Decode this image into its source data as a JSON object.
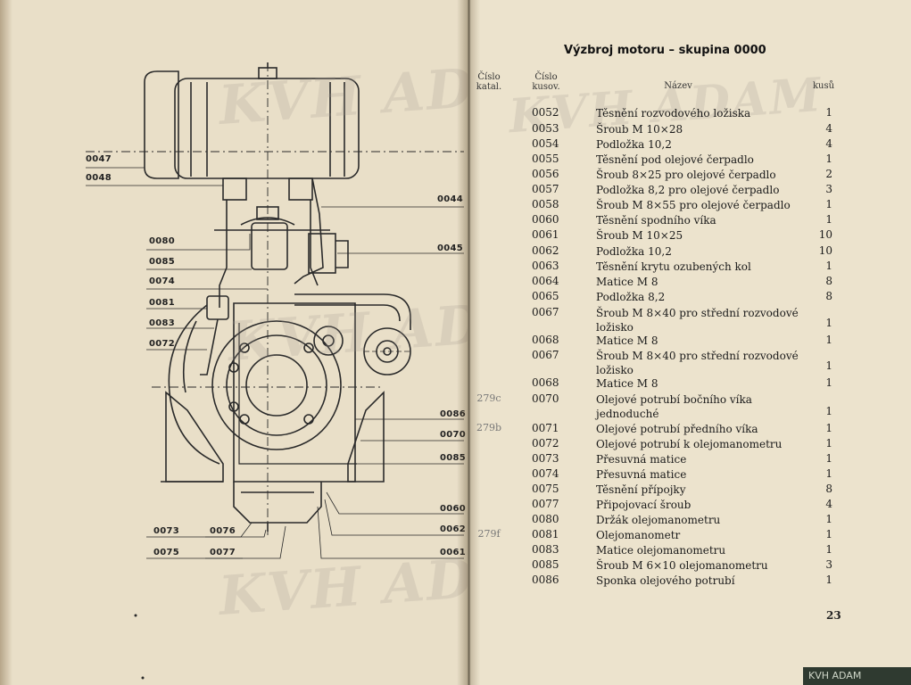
{
  "header": {
    "title": "Výzbroj motoru – skupina 0000",
    "col_kat": "Číslo katal.",
    "col_kusov": "Číslo kusov.",
    "col_nazev": "Název",
    "col_kusu": "kusů"
  },
  "watermark": "KVH ADAM",
  "page_number": "23",
  "corner_watermark": "KVH ADAM",
  "diagram_labels": [
    "0047",
    "0048",
    "0044",
    "0080",
    "0045",
    "0085",
    "0074",
    "0081",
    "0083",
    "0072",
    "0086",
    "0070",
    "0085",
    "0060",
    "0073",
    "0076",
    "0062",
    "0075",
    "0077",
    "0061"
  ],
  "rows": [
    {
      "kat": "",
      "kusov": "0052",
      "nazev": "Těsnění rozvodového ložiska",
      "kusu": "1"
    },
    {
      "kat": "",
      "kusov": "0053",
      "nazev": "Šroub M 10⨯28",
      "kusu": "4"
    },
    {
      "kat": "",
      "kusov": "0054",
      "nazev": "Podložka 10,2",
      "kusu": "4"
    },
    {
      "kat": "",
      "kusov": "0055",
      "nazev": "Těsnění pod olejové čerpadlo",
      "kusu": "1"
    },
    {
      "kat": "",
      "kusov": "0056",
      "nazev": "Šroub 8⨯25 pro olejové čerpadlo",
      "kusu": "2"
    },
    {
      "kat": "",
      "kusov": "0057",
      "nazev": "Podložka 8,2 pro olejové čerpadlo",
      "kusu": "3"
    },
    {
      "kat": "",
      "kusov": "0058",
      "nazev": "Šroub M 8⨯55 pro olejové čerpadlo",
      "kusu": "1"
    },
    {
      "kat": "",
      "kusov": "0060",
      "nazev": "Těsnění spodního víka",
      "kusu": "1"
    },
    {
      "kat": "",
      "kusov": "0061",
      "nazev": "Šroub M 10⨯25",
      "kusu": "10"
    },
    {
      "kat": "",
      "kusov": "0062",
      "nazev": "Podložka 10,2",
      "kusu": "10"
    },
    {
      "kat": "",
      "kusov": "0063",
      "nazev": "Těsnění krytu ozubených kol",
      "kusu": "1"
    },
    {
      "kat": "",
      "kusov": "0064",
      "nazev": "Matice M 8",
      "kusu": "8"
    },
    {
      "kat": "",
      "kusov": "0065",
      "nazev": "Podložka 8,2",
      "kusu": "8"
    },
    {
      "kat": "",
      "kusov": "0067",
      "nazev": "Šroub M 8⨯40 pro střední rozvodové ložisko",
      "kusu": "1"
    },
    {
      "kat": "",
      "kusov": "0068",
      "nazev": "Matice M 8",
      "kusu": "1"
    },
    {
      "kat": "",
      "kusov": "0067",
      "nazev": "Šroub M 8⨯40 pro střední rozvodové ložisko",
      "kusu": "1"
    },
    {
      "kat": "",
      "kusov": "0068",
      "nazev": "Matice M 8",
      "kusu": "1"
    },
    {
      "kat": "279c",
      "kusov": "0070",
      "nazev": "Olejové potrubí bočního víka jednoduché",
      "kusu": "1"
    },
    {
      "kat": "279b",
      "kusov": "0071",
      "nazev": "Olejové potrubí předního víka",
      "kusu": "1"
    },
    {
      "kat": "",
      "kusov": "0072",
      "nazev": "Olejové potrubí k olejomanometru",
      "kusu": "1"
    },
    {
      "kat": "",
      "kusov": "0073",
      "nazev": "Přesuvná matice",
      "kusu": "1"
    },
    {
      "kat": "",
      "kusov": "0074",
      "nazev": "Přesuvná matice",
      "kusu": "1"
    },
    {
      "kat": "",
      "kusov": "0075",
      "nazev": "Těsnění přípojky",
      "kusu": "8"
    },
    {
      "kat": "",
      "kusov": "0077",
      "nazev": "Připojovací šroub",
      "kusu": "4"
    },
    {
      "kat": "",
      "kusov": "0080",
      "nazev": "Držák olejomanometru",
      "kusu": "1"
    },
    {
      "kat": "279f",
      "kusov": "0081",
      "nazev": "Olejomanometr",
      "kusu": "1"
    },
    {
      "kat": "",
      "kusov": "0083",
      "nazev": "Matice olejomanometru",
      "kusu": "1"
    },
    {
      "kat": "",
      "kusov": "0085",
      "nazev": "Šroub M 6⨯10 olejomanometru",
      "kusu": "3"
    },
    {
      "kat": "",
      "kusov": "0086",
      "nazev": "Sponka olejového potrubí",
      "kusu": "1"
    }
  ]
}
